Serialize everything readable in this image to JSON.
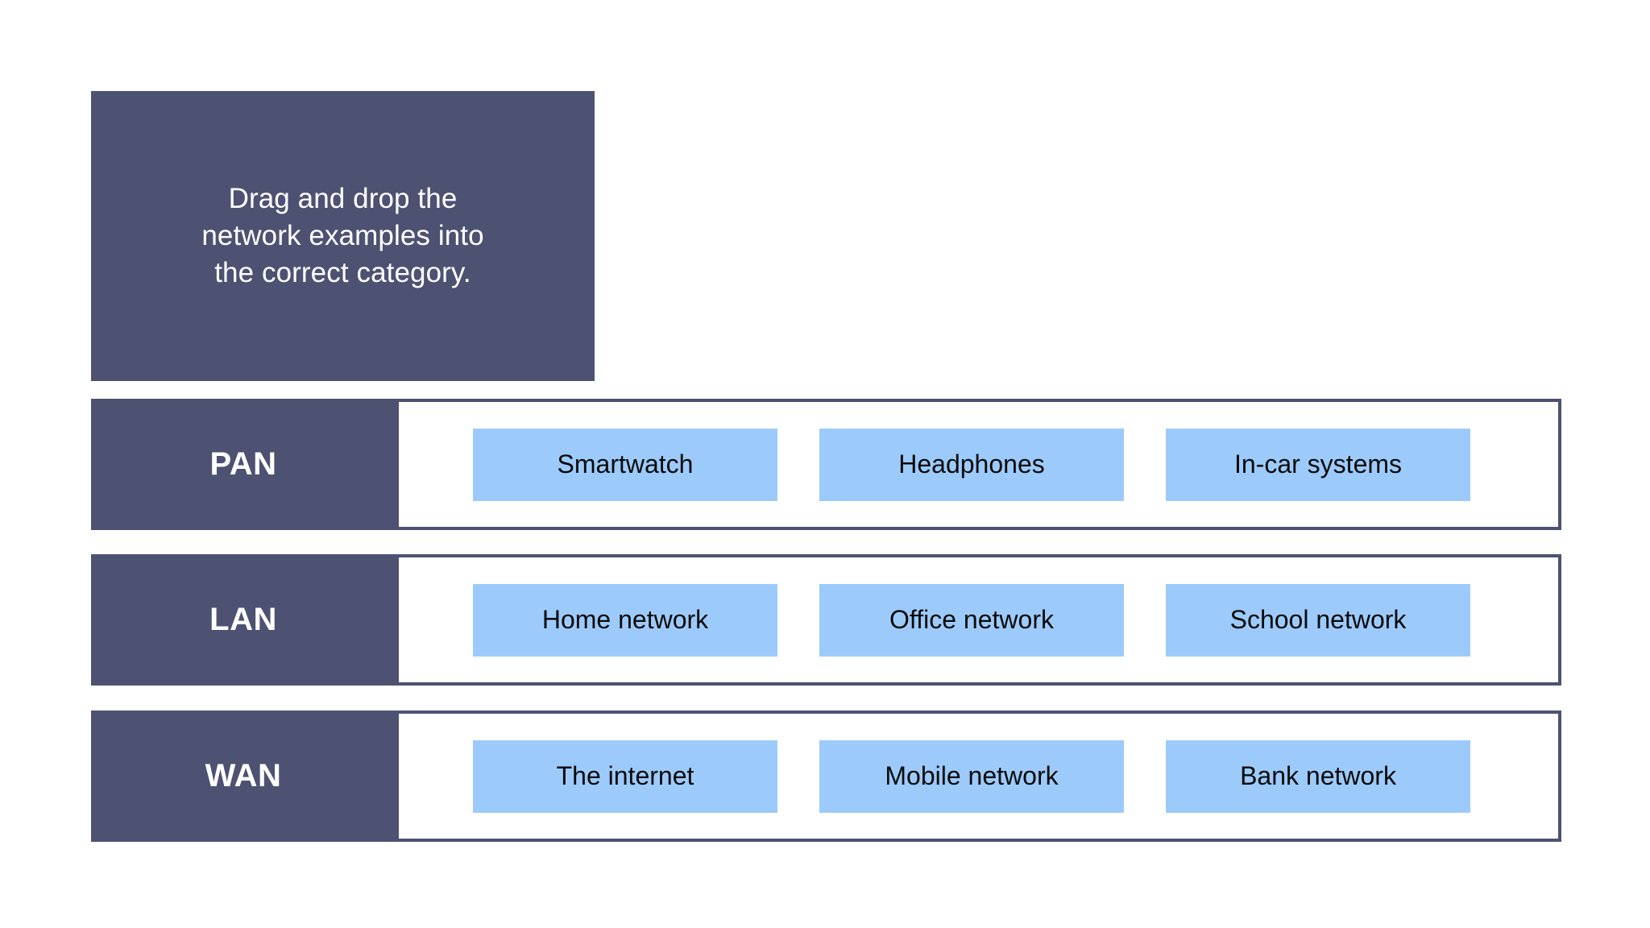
{
  "instruction": {
    "text": "Drag and drop the\nnetwork examples into\nthe correct category."
  },
  "colors": {
    "panel_dark": "#4d5272",
    "chip_blue": "#9ccbfb",
    "chip_text": "#0a0a0a",
    "background": "#ffffff",
    "label_text": "#ffffff"
  },
  "categories": [
    {
      "label": "PAN",
      "items": [
        {
          "label": "Smartwatch"
        },
        {
          "label": "Headphones"
        },
        {
          "label": "In-car systems"
        }
      ]
    },
    {
      "label": "LAN",
      "items": [
        {
          "label": "Home network"
        },
        {
          "label": "Office network"
        },
        {
          "label": "School network"
        }
      ]
    },
    {
      "label": "WAN",
      "items": [
        {
          "label": "The internet"
        },
        {
          "label": "Mobile network"
        },
        {
          "label": "Bank network"
        }
      ]
    }
  ]
}
